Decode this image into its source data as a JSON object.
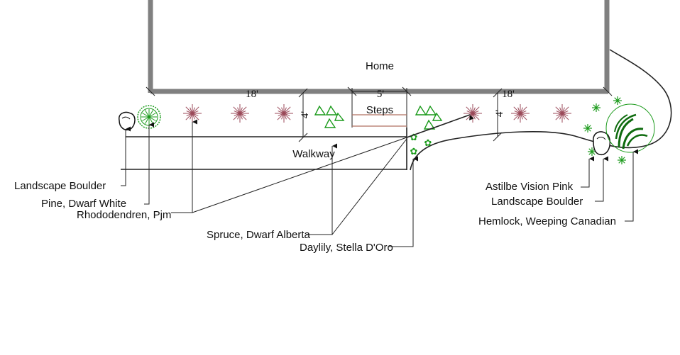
{
  "plan": {
    "home_label": "Home",
    "dims": {
      "left_run": "18'",
      "steps_width": "5'",
      "right_run": "18'",
      "bed_depth_left": "4'",
      "bed_depth_right": "4'"
    },
    "steps_label": "Steps",
    "walkway_label": "Walkway",
    "plants": [
      {
        "name": "Landscape Boulder"
      },
      {
        "name": "Pine, Dwarf White"
      },
      {
        "name": "Rhododendren, Pjm"
      },
      {
        "name": "Spruce, Dwarf Alberta"
      },
      {
        "name": "Daylily, Stella D'Oro"
      },
      {
        "name": "Astilbe Vision Pink"
      },
      {
        "name": "Landscape Boulder"
      },
      {
        "name": "Hemlock, Weeping Canadian"
      }
    ],
    "colors": {
      "wall": "#808080",
      "rhododendron": "#9b4a5a",
      "green_plants": "#1a9a1a",
      "hemlock": "#0e6b0e",
      "steps": "#b07060"
    }
  }
}
